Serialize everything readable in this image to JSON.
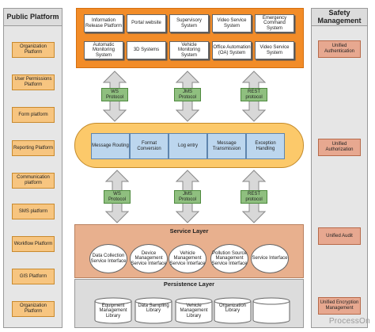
{
  "public_platform": {
    "title": "Public Platform",
    "items": [
      "Organization Platform",
      "User Permissions Platform",
      "Form platform",
      "Reporting Platform",
      "Communication platform",
      "SMS platform",
      "Workflow Platform",
      "GIS Platform",
      "Organization Platform"
    ]
  },
  "safety_management": {
    "title": "Safety Management",
    "items": [
      "Unified Authentication",
      "Unified Authorization",
      "Unified Audit",
      "Unified Encryption Management"
    ]
  },
  "applications": [
    "Information Release Platform",
    "Portal website",
    "Supervisory System",
    "Video Service System",
    "Emergency Command System",
    "Automatic Monitoring System",
    "3D Systems",
    "Vehicle Monitoring System",
    "Office Automation (OA) System",
    "Video Service System"
  ],
  "protocols_top": [
    "WS Protocol",
    "JMS Protocol",
    "REST protocol"
  ],
  "protocols_bottom": [
    "WS Protocol",
    "JMS Protocol",
    "REST protocol"
  ],
  "message_bus": [
    "Message Routing",
    "Format Conversion",
    "Log entry",
    "Message Transmission",
    "Exception Handling"
  ],
  "service_layer": {
    "title": "Service Layer",
    "items": [
      "Data Collection Service Interface",
      "Device Management Service Interface",
      "Vehicle Management Service Interface",
      "Pollution Source Management Service Interface",
      "Service Interface"
    ]
  },
  "persistence_layer": {
    "title": "Persistence Layer",
    "items": [
      "Equipment Management Library",
      "Data Sampling Library",
      "Vehicle Management Library",
      "Organization Library",
      ""
    ]
  },
  "watermark": "ProcessOn",
  "colors": {
    "app_panel": "#f28c28",
    "side_item": "#f7c580",
    "safety_item": "#e7a890",
    "protocol": "#8fbf7f",
    "bus": "#fcc96a",
    "bus_box": "#bcd6ee",
    "service_layer": "#e8b08e",
    "persistence_layer": "#dcdcdc"
  }
}
